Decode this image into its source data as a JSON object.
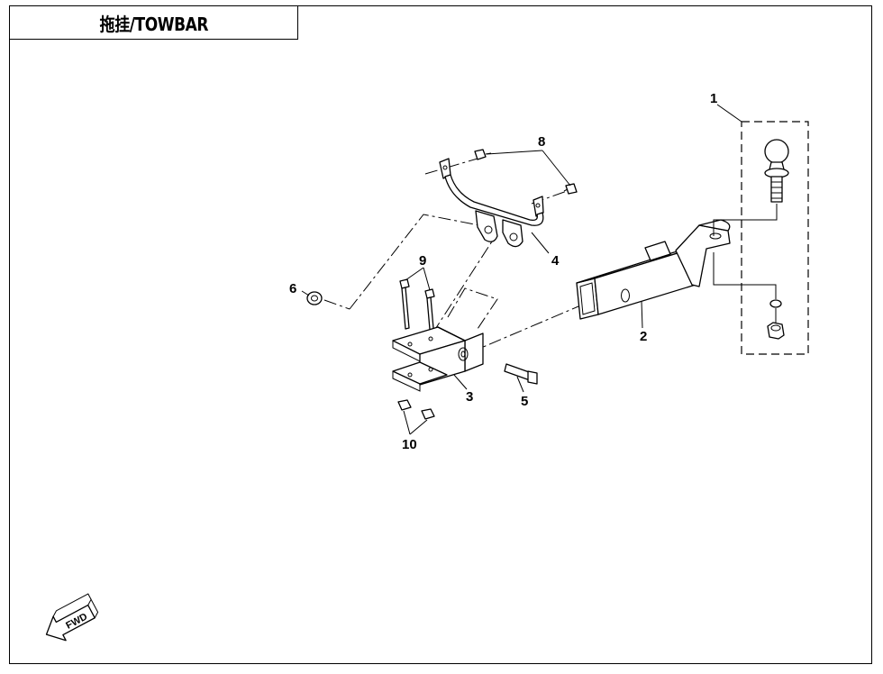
{
  "title": "拖挂/TOWBAR",
  "fwd_label": "FWD",
  "callouts": {
    "c1": "1",
    "c2": "2",
    "c3": "3",
    "c4": "4",
    "c5": "5",
    "c6": "6",
    "c8": "8",
    "c9": "9",
    "c10": "10"
  }
}
